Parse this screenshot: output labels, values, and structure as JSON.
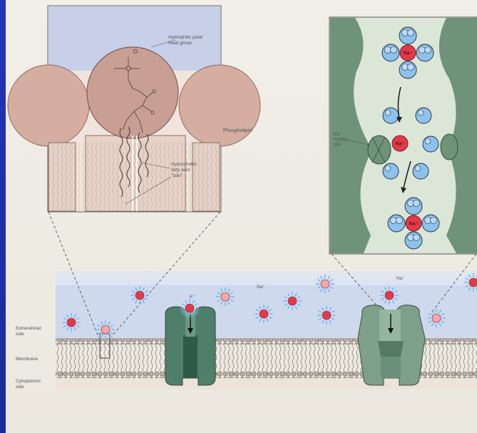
{
  "labels": {
    "hydrophilic_head": [
      "Hydrophilic polar",
      "head group"
    ],
    "hydrophobic_tails": [
      "Hydrophobic",
      "fatty acid",
      "\"tails\""
    ],
    "phospholipid": "Phospholipid",
    "na_binding_site": [
      "Na⁺",
      "binding",
      "site"
    ],
    "extracellular_side": [
      "Extracellular",
      "side"
    ],
    "membrane": "Membrane",
    "cytoplasmic_side": [
      "Cytoplasmic",
      "side"
    ],
    "k_ion": "K⁺",
    "na_ion": "Na⁺",
    "na_ion_center": "Na⁺"
  },
  "colors": {
    "ion_red": "#e23a4a",
    "water_blue": "#8ec2ee",
    "channel_green": "#4d7d6a",
    "lipid_pink": "#c9a297",
    "membrane_gray": "#9a8f84"
  }
}
